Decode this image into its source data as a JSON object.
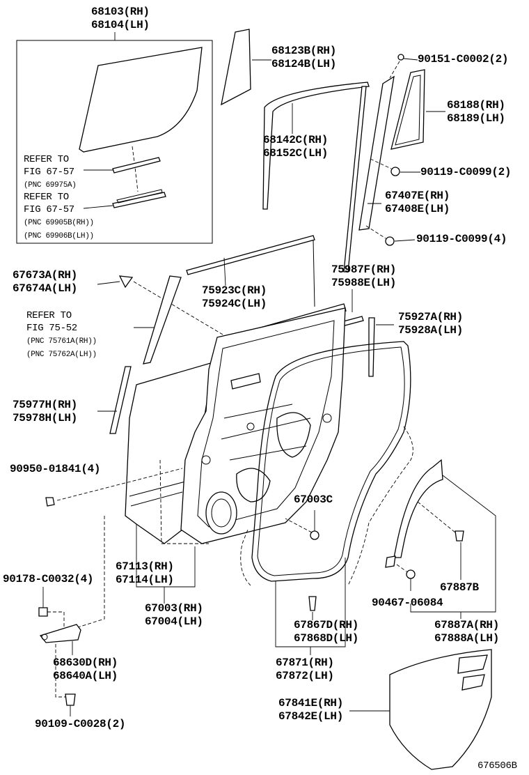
{
  "labels": {
    "glass": [
      "68103(RH)",
      "68104(LH)"
    ],
    "quarter_glass": [
      "68123B(RH)",
      "68124B(LH)"
    ],
    "screw_top": "90151-C0002(2)",
    "qwin_glass": [
      "68188(RH)",
      "68189(LH)"
    ],
    "run": [
      "68142C(RH)",
      "68152C(LH)"
    ],
    "bolt_mid": "90119-C0099(2)",
    "division": [
      "67407E(RH)",
      "67408E(LH)"
    ],
    "bolt_low": "90119-C0099(4)",
    "refer1": [
      "REFER TO",
      "FIG 67-57",
      "(PNC 69975A)"
    ],
    "refer2": [
      "REFER TO",
      "FIG 67-57",
      "(PNC 69905B(RH))",
      "(PNC 69906B(LH))"
    ],
    "garnish_cover": [
      "67673A(RH)",
      "67674A(LH)"
    ],
    "belt_molding": [
      "75923C(RH)",
      "75924C(LH)"
    ],
    "belt_outer": [
      "75987F(RH)",
      "75988E(LH)"
    ],
    "refer3": [
      "REFER TO",
      "FIG 75-52",
      "(PNC 75761A(RH))",
      "(PNC 75762A(LH))"
    ],
    "molding_rear": [
      "75927A(RH)",
      "75928A(LH)"
    ],
    "molding_front": [
      "75977H(RH)",
      "75978H(LH)"
    ],
    "clip": "90950-01841(4)",
    "hinge_assy": "67003C",
    "hinge": [
      "67113(RH)",
      "67114(LH)"
    ],
    "bolt_check": "90178-C0032(4)",
    "door_panel": [
      "67003(RH)",
      "67004(LH)"
    ],
    "weatherstrip_clip": "67887B",
    "screw_rear": "90467-06084",
    "retainer": [
      "67867D(RH)",
      "67868D(LH)"
    ],
    "weatherstrip_rear": [
      "67887A(RH)",
      "67888A(LH)"
    ],
    "check": [
      "68630D(RH)",
      "68640A(LH)"
    ],
    "weatherstrip": [
      "67871(RH)",
      "67872(LH)"
    ],
    "cover": [
      "67841E(RH)",
      "67842E(LH)"
    ],
    "bolt_check2": "90109-C0028(2)",
    "figure_id": "676506B"
  }
}
